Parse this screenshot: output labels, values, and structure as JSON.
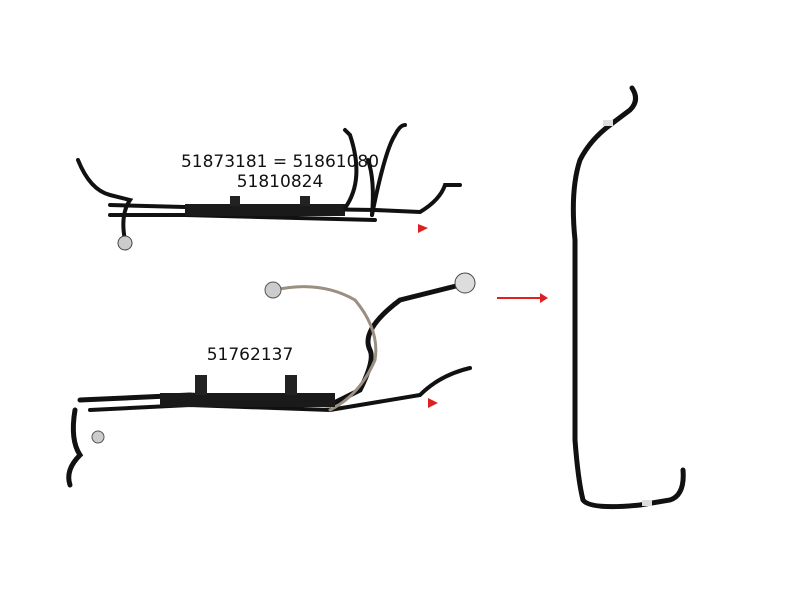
{
  "labels": {
    "top_part": "51873181 = 51861080",
    "top_part_alt": "51810824",
    "bottom_part": "51762137"
  },
  "colors": {
    "hose": "#111111",
    "arrow": "#e02020",
    "braided": "#9a8f80"
  }
}
